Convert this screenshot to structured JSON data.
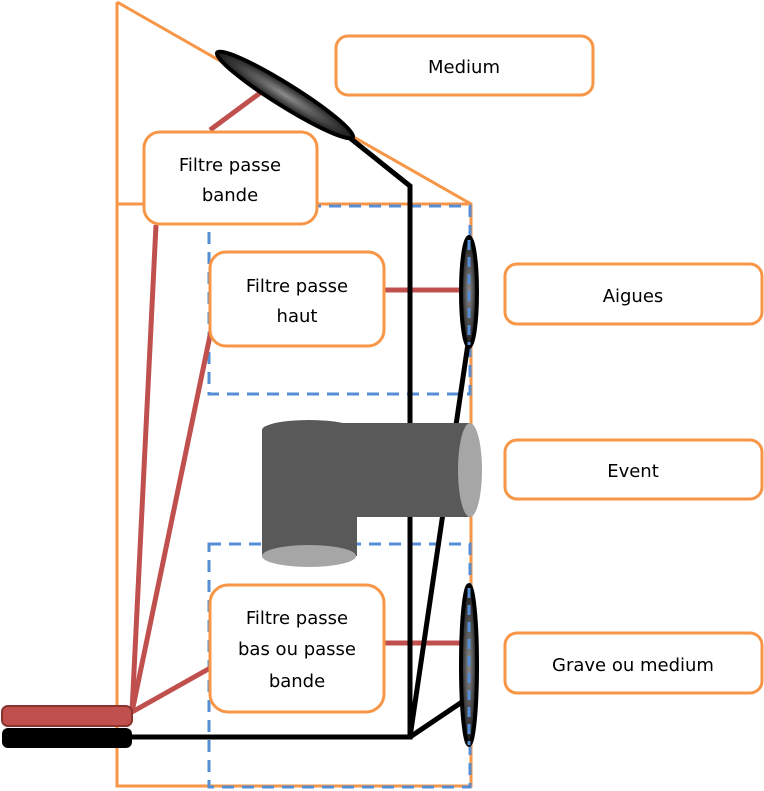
{
  "diagram": {
    "title": "",
    "colors": {
      "housing": "#f79646",
      "filter_zone": "#558ed5",
      "signal_wire": "#c0504d",
      "ground_wire": "#000000",
      "port": "#595959",
      "port_opening": "#a6a6a6"
    },
    "filters": [
      {
        "id": "bandpass-top",
        "lines": [
          "Filtre passe",
          "bande"
        ]
      },
      {
        "id": "highpass",
        "lines": [
          "Filtre passe",
          "haut"
        ]
      },
      {
        "id": "lowpass",
        "lines": [
          "Filtre passe",
          "bas ou passe",
          "bande"
        ]
      }
    ],
    "labels": [
      {
        "id": "medium",
        "text": "Medium"
      },
      {
        "id": "aigues",
        "text": "Aigues"
      },
      {
        "id": "event",
        "text": "Event"
      },
      {
        "id": "grave",
        "text": "Grave ou medium"
      }
    ]
  }
}
